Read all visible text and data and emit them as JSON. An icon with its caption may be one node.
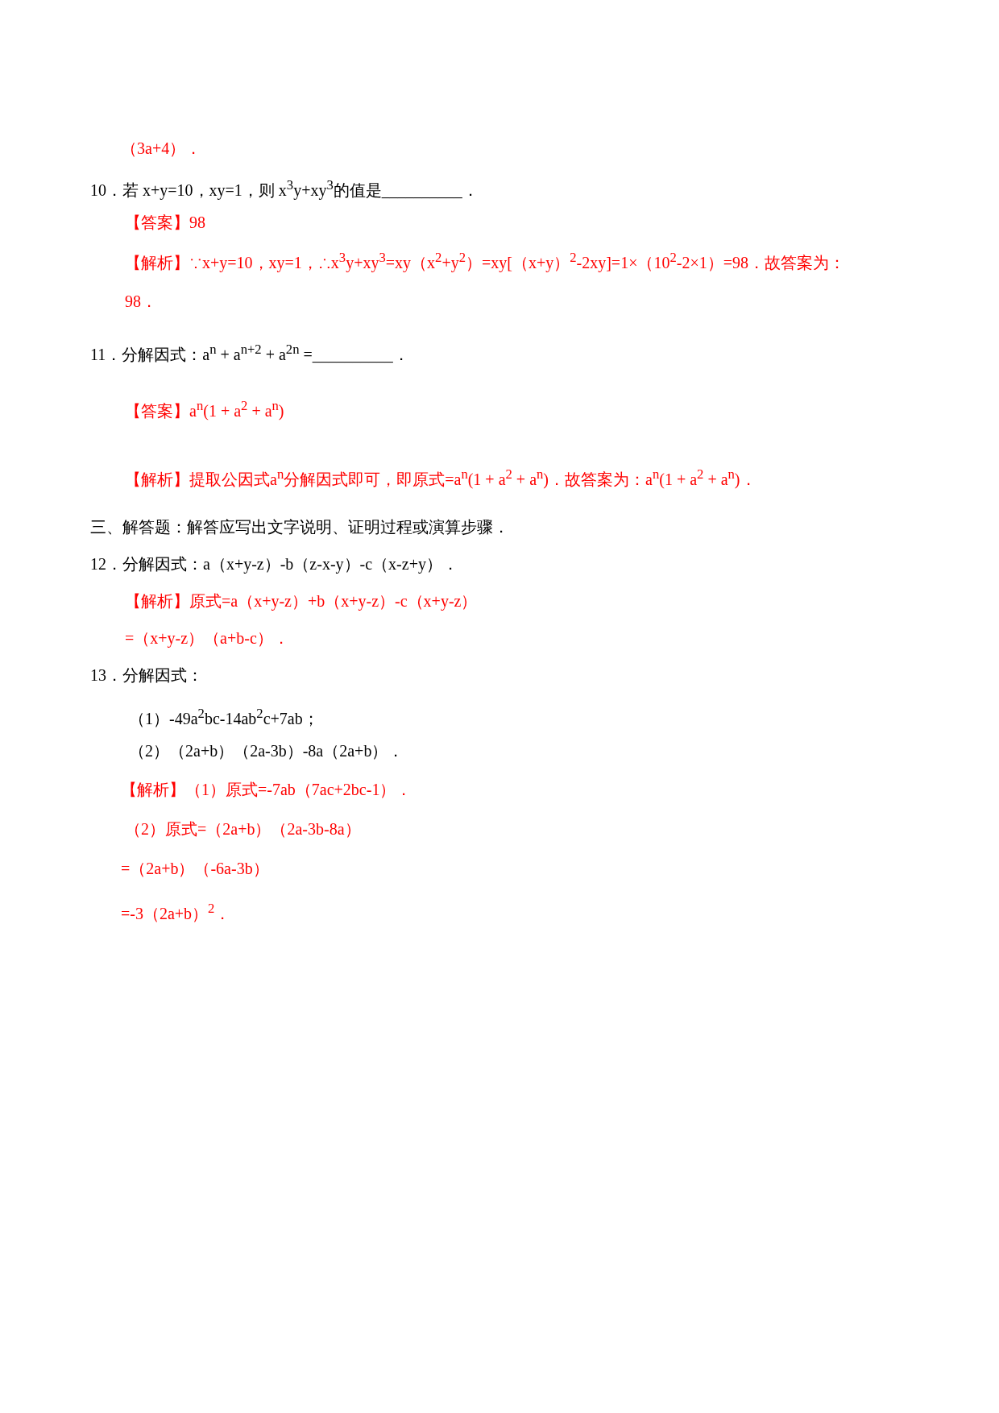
{
  "diagram": {
    "labels": [
      "（3a+4）．",
      "10．若 x+y=10，xy=1，则 x$^{3}$y+xy$^{3}$的值是__________．",
      "【答案】98",
      "【解析】∵x+y=10，xy=1，∴x$^{3}$y+xy$^{3}$=xy（x$^{2}$+y$^{2}$）=xy[（x+y）$^{2}$-2xy]=1×（10$^{2}$-2×1）=98．故答案为：98．",
      "11．分解因式：a$^{n}$ + a$^{n+2}$ + a$^{2n}$ =__________．",
      "【答案】a$^{n}$(1 + a$^{2}$ + a$^{n}$)",
      "【解析】提取公因式a$^{n}$分解因式即可，即原式=a$^{n}$(1 + a$^{2}$ + a$^{n}$)．故答案为：a$^{n}$(1 + a$^{2}$ + a$^{n}$)．",
      "三、解答题：解答应写出文字说明、证明过程或演算步骤．",
      "12．分解因式：a（x+y-z）-b（z-x-y）-c（x-z+y）．",
      "【解析】原式=a（x+y-z）+b（x+y-z）-c（x+y-z）",
      "=（x+y-z）（a+b-c）．",
      "13．分解因式：",
      "（1）-49a$^{2}$bc-14ab$^{2}$c+7ab；",
      "（2）（2a+b）（2a-3b）-8a（2a+b）．",
      "【解析】（1）原式=-7ab（7ac+2bc-1）．",
      "（2）原式=（2a+b）（2a-3b-8a）",
      "=（2a+b）（-6a-3b）",
      "=-3（2a+b）$^{2}$．"
    ]
  }
}
